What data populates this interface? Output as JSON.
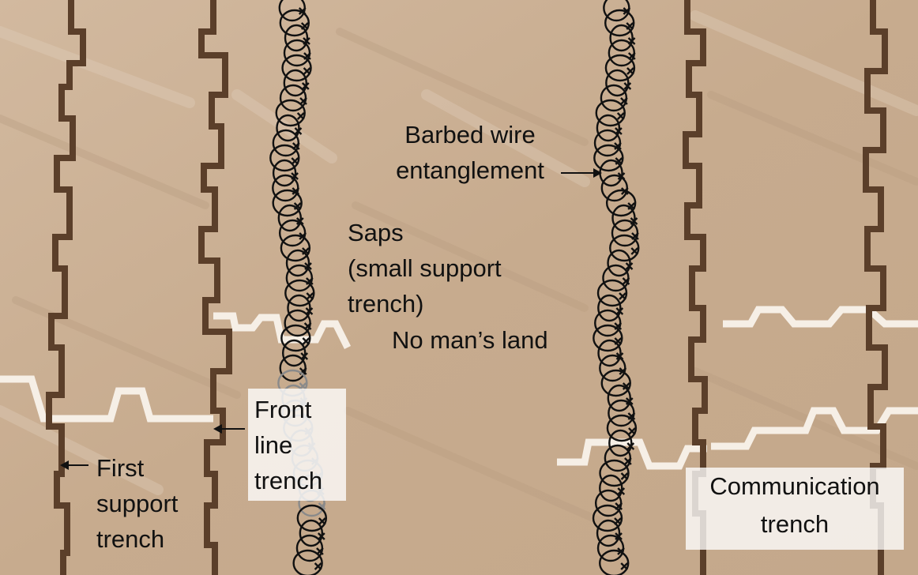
{
  "labels": {
    "barbed_wire": "Barbed wire\nentanglement",
    "saps": "Saps\n(small support\ntrench)",
    "no_mans_land": "No man’s land",
    "front_line": "Front\nline\ntrench",
    "first_support": "First\nsupport\ntrench",
    "communication": "Communication\ntrench"
  },
  "colors": {
    "ground": "#c9ae93",
    "ground_light": "#dac6b2",
    "ground_dark": "#b0916f",
    "trench": "#5b3f2a",
    "sap": "#f6efe6",
    "wire": "#111111",
    "label_box": "#ffffff"
  }
}
